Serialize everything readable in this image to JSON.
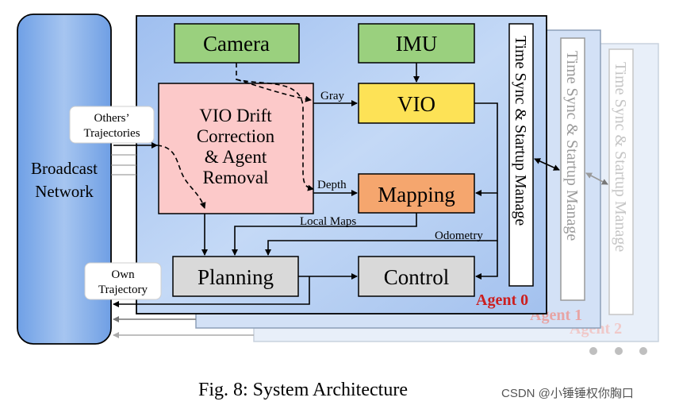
{
  "caption": "Fig. 8: System Architecture",
  "watermark": "CSDN @小锤锤权你胸口",
  "broadcast": {
    "label_line1": "Broadcast",
    "label_line2": "Network"
  },
  "bubbles": {
    "others_line1": "Others’",
    "others_line2": "Trajectories",
    "own_line1": "Own",
    "own_line2": "Trajectory"
  },
  "blocks": {
    "camera": "Camera",
    "imu": "IMU",
    "vio": "VIO",
    "drift_line1": "VIO Drift",
    "drift_line2": "Correction",
    "drift_line3": "& Agent",
    "drift_line4": "Removal",
    "mapping": "Mapping",
    "planning": "Planning",
    "control": "Control",
    "timesync": "Time Sync & Startup Manage"
  },
  "edge_labels": {
    "gray": "Gray",
    "depth": "Depth",
    "local_maps": "Local Maps",
    "odometry": "Odometry"
  },
  "agents": {
    "agent0": "Agent 0",
    "agent1": "Agent 1",
    "agent2": "Agent 2"
  },
  "colors": {
    "agent_panel": "#a9c7f0",
    "sensor_green": "#9ad07e",
    "vio_yellow": "#fde256",
    "drift_pink": "#fcc9c9",
    "mapping_orange": "#f5a66e",
    "gray_block": "#d9d9d9",
    "agent0_red": "#cc1f1f"
  }
}
